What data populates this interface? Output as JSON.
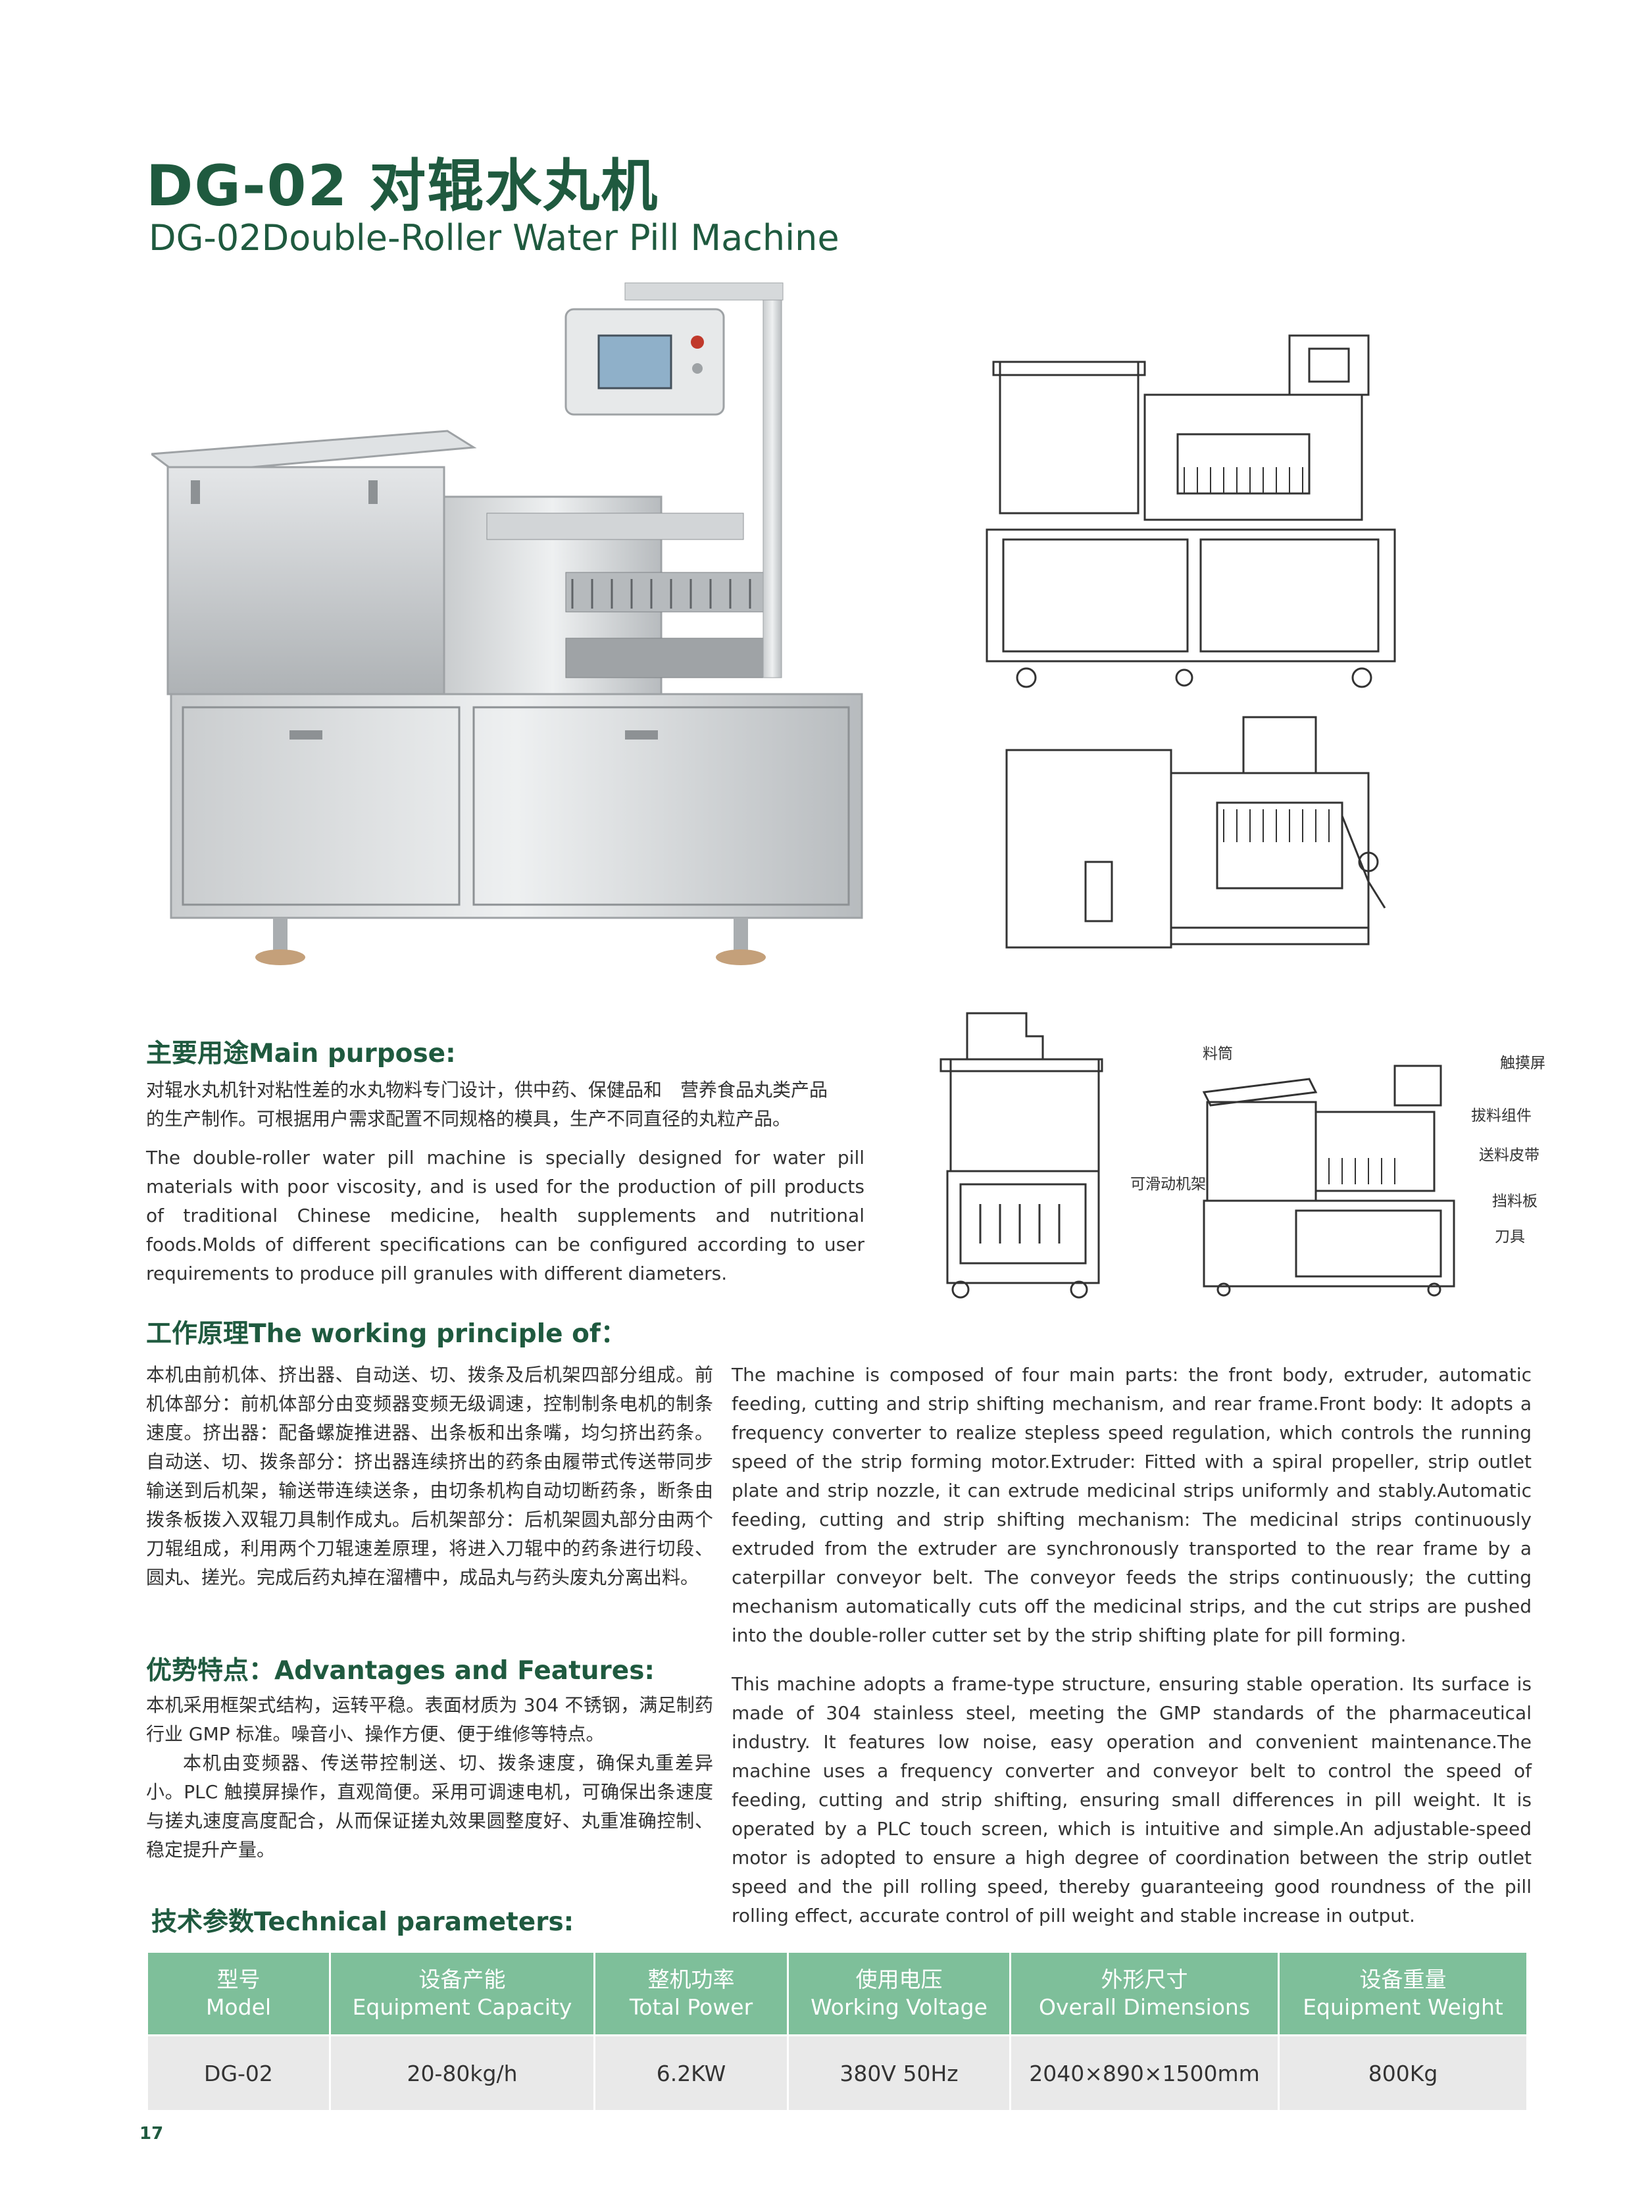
{
  "title": {
    "cn": "DG-02 对辊水丸机",
    "en": "DG-02Double-Roller Water Pill Machine"
  },
  "main_purpose": {
    "heading": "主要用途Main purpose:",
    "cn_lines": [
      "对辊水丸机针对粘性差的水丸物料专门设计，供中药、保健品和　营养食品丸类产品",
      "的生产制作。可根据用户需求配置不同规格的模具，生产不同直径的丸粒产品。"
    ],
    "en": "The double-roller water pill machine is specially designed for water pill materials with poor viscosity, and is used for the production of pill products of traditional Chinese medicine, health supplements and nutritional foods.Molds of different specifications can be configured according to user requirements to produce pill granules with different diameters."
  },
  "working_principle": {
    "heading": "工作原理The working principle of：",
    "cn": "本机由前机体、挤出器、自动送、切、拨条及后机架四部分组成。前机体部分：前机体部分由变频器变频无级调速，控制制条电机的制条速度。挤出器：配备螺旋推进器、出条板和出条嘴，均匀挤出药条。自动送、切、拨条部分：挤出器连续挤出的药条由履带式传送带同步输送到后机架，输送带连续送条，由切条机构自动切断药条，断条由拨条板拨入双辊刀具制作成丸。后机架部分：后机架圆丸部分由两个刀辊组成，利用两个刀辊速差原理，将进入刀辊中的药条进行切段、圆丸、搓光。完成后药丸掉在溜槽中，成品丸与药头废丸分离出料。",
    "en": "The machine is composed of four main parts: the front body, extruder, automatic feeding, cutting and strip shifting mechanism, and rear frame.Front body: It adopts a frequency converter to realize stepless speed regulation, which controls the running speed of the strip forming motor.Extruder: Fitted with a spiral propeller, strip outlet plate and strip nozzle, it can extrude medicinal strips uniformly and stably.Automatic feeding, cutting and strip shifting mechanism: The medicinal strips continuously extruded from the extruder are synchronously transported to the rear frame by a caterpillar conveyor belt. The conveyor feeds the strips continuously; the cutting mechanism automatically cuts off the medicinal strips, and the cut strips are pushed into the double-roller cutter set by the strip shifting plate for pill forming."
  },
  "advantages": {
    "heading": "优势特点：Advantages and Features:",
    "cn_p1": "本机采用框架式结构，运转平稳。表面材质为 304 不锈钢，满足制药行业 GMP 标准。噪音小、操作方便、便于维修等特点。",
    "cn_p2": "本机由变频器、传送带控制送、切、拨条速度，确保丸重差异小。PLC 触摸屏操作，直观简便。采用可调速电机，可确保出条速度与搓丸速度高度配合，从而保证搓丸效果圆整度好、丸重准确控制、稳定提升产量。",
    "en": "This machine adopts a frame-type structure, ensuring stable operation. Its surface is made of 304 stainless steel, meeting the GMP standards of the pharmaceutical industry. It features low noise, easy operation and convenient maintenance.The machine uses a frequency converter and conveyor belt to control the speed of feeding, cutting and strip shifting, ensuring small differences in pill weight. It is operated by a PLC touch screen, which is intuitive and simple.An adjustable-speed motor is adopted to ensure a high degree of coordination between the strip outlet speed and the pill rolling speed, thereby guaranteeing good roundness of the pill rolling effect, accurate control of pill weight and stable increase in output."
  },
  "diagram_labels": {
    "hopper": "料筒",
    "touchscreen": "触摸屏",
    "cutting_part": "拔料组件",
    "belt": "送料皮带",
    "movable_frame": "可滑动机架",
    "baffle": "挡料板",
    "cutter": "刀具"
  },
  "technical": {
    "heading": "技术参数Technical parameters:",
    "headers": [
      {
        "cn": "型号",
        "en": "Model"
      },
      {
        "cn": "设备产能",
        "en": "Equipment Capacity"
      },
      {
        "cn": "整机功率",
        "en": "Total Power"
      },
      {
        "cn": "使用电压",
        "en": "Working Voltage"
      },
      {
        "cn": "外形尺寸",
        "en": "Overall Dimensions"
      },
      {
        "cn": "设备重量",
        "en": "Equipment Weight"
      }
    ],
    "row": [
      "DG-02",
      "20-80kg/h",
      "6.2KW",
      "380V 50Hz",
      "2040×890×1500mm",
      "800Kg"
    ]
  },
  "page_number": "17",
  "colors": {
    "brand_green": "#1f5a3f",
    "table_header": "#7ebf9a",
    "table_row": "#e9e9e9"
  }
}
